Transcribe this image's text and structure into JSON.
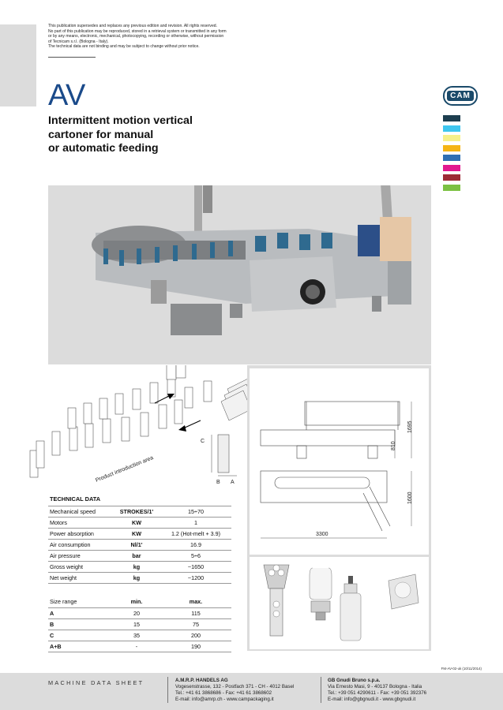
{
  "notice": {
    "lines": [
      "This publication supersedes and replaces any previous edition and revision. All rights reserved.",
      "No part of this publication may be reproduced, stored in a retrieval system or transmitted in any form",
      "or by any means, electronic, mechanical, photocopying, recording or otherwise, without permission",
      "of Tecnicam s.r.l. (Bologna - Italy).",
      "The technical data are not binding and may be subject to change without prior notice."
    ]
  },
  "header": {
    "code": "AV",
    "subtitle_lines": [
      "Intermittent motion vertical",
      "cartoner for manual",
      "or automatic feeding"
    ]
  },
  "brand": {
    "logo_text": "CAM",
    "logo_color": "#1a4a6a",
    "swatches": [
      "#1d3e4f",
      "#3ec6ef",
      "#f6f08a",
      "#f5b415",
      "#2f6fb3",
      "#e2188f",
      "#9e2a36",
      "#7cc143"
    ]
  },
  "diagram": {
    "area_label": "Product introduction area",
    "dim_c": "C",
    "dim_b": "B",
    "dim_a": "A"
  },
  "drawing": {
    "height_total": "1695",
    "height_table": "810",
    "width": "1600",
    "length": "3300"
  },
  "technical": {
    "title": "TECHNICAL DATA",
    "rows": [
      {
        "label": "Mechanical speed",
        "unit": "STROKES/1'",
        "value": "15÷70"
      },
      {
        "label": "Motors",
        "unit": "KW",
        "value": "1"
      },
      {
        "label": "Power absorption",
        "unit": "KW",
        "value": "1.2 (Hot-melt + 3.9)"
      },
      {
        "label": "Air consumption",
        "unit": "Nl/1'",
        "value": "16.9"
      },
      {
        "label": "Air pressure",
        "unit": "bar",
        "value": "5÷6"
      },
      {
        "label": "Gross weight",
        "unit": "kg",
        "value": "~1650"
      },
      {
        "label": "Net weight",
        "unit": "kg",
        "value": "~1200"
      }
    ]
  },
  "size_range": {
    "header": {
      "label": "Size range",
      "min": "min.",
      "max": "max."
    },
    "rows": [
      {
        "label": "A",
        "min": "20",
        "max": "115"
      },
      {
        "label": "B",
        "min": "15",
        "max": "75"
      },
      {
        "label": "C",
        "min": "35",
        "max": "200"
      },
      {
        "label": "A+B",
        "min": "-",
        "max": "190"
      }
    ]
  },
  "doc_ref": "FM-AV-02-uk (10/11/2014)",
  "footer": {
    "label": "MACHINE DATA SHEET",
    "company1": {
      "name": "A.M.R.P. HANDELS AG",
      "address": "Vogesenstrasse, 132 - Postfach 371 - CH - 4012 Basel",
      "phone": "Tel.: +41 61 3868686 - Fax: +41 61 3868602",
      "email": "E-mail: info@amrp.ch - www.campackaging.it"
    },
    "company2": {
      "name": "GB Gnudi Bruno s.p.a.",
      "address": "Via Ernesto Masi, 9 - 40137 Bologna - Italia",
      "phone": "Tel.: +39 051 4290611 - Fax: +39 051 392376",
      "email": "E-mail: info@gbgnudi.it - www.gbgnudi.it"
    }
  }
}
